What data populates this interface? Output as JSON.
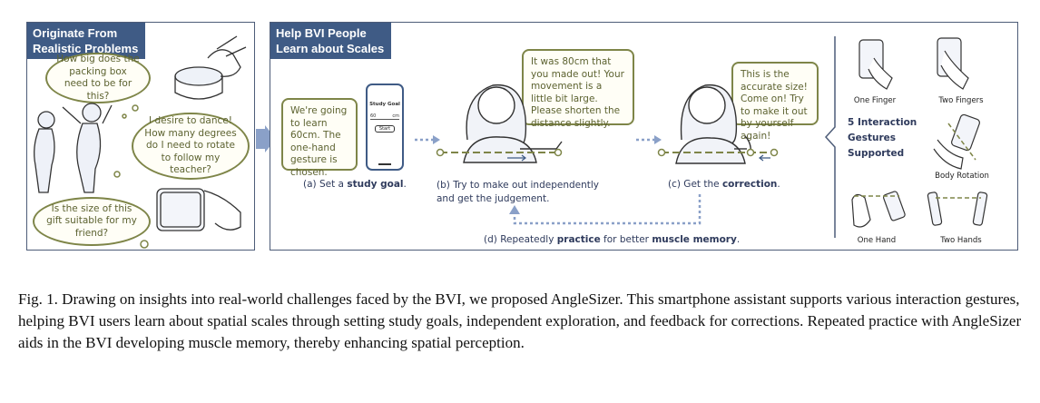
{
  "panel_left": {
    "title": "Originate From\nRealistic Problems",
    "bubble_1": "How big  does the packing box need to be for this?",
    "bubble_2": "I desire to dance! How many degrees do I need to rotate to follow my teacher?",
    "bubble_3": "Is the size of this gift suitable for my friend?"
  },
  "panel_right": {
    "title": "Help BVI People\nLearn about Scales",
    "bubble_goal": "We're going to learn 60cm. The one-hand gesture is chosen.",
    "phone": {
      "title": "Study Goal",
      "value": "60",
      "unit": "cm",
      "button": "Start"
    },
    "bubble_feedback": "It was 80cm that you made out! Your movement is a little bit large. Please shorten the distance slightly.",
    "bubble_correct": "This is the accurate size! Come on! Try to make it out by yourself again!",
    "caption_a_pre": "(a) Set a ",
    "caption_a_bold": "study goal",
    "caption_a_post": ".",
    "caption_b_line1": "(b) Try to make out independently",
    "caption_b_line2": "and get the judgement.",
    "caption_c_pre": "(c) Get the ",
    "caption_c_bold": "correction",
    "caption_c_post": ".",
    "caption_d_pre": "(d) Repeatedly ",
    "caption_d_bold1": "practice",
    "caption_d_mid": " for better ",
    "caption_d_bold2": "muscle memory",
    "caption_d_post": "."
  },
  "gestures": {
    "heading": "5 Interaction\nGestures\nSupported",
    "items": [
      "One Finger",
      "Two Fingers",
      "Body Rotation",
      "One Hand",
      "Two Hands"
    ]
  },
  "caption": {
    "text": "Fig. 1.  Drawing on insights into real-world challenges faced by the BVI, we proposed AngleSizer. This smartphone assistant supports various interaction gestures, helping BVI users learn about spatial scales through setting study goals, independent exploration, and feedback for corrections. Repeated practice with AngleSizer aids in the BVI developing muscle memory, thereby enhancing spatial perception."
  },
  "colors": {
    "accent": "#3f5b85",
    "bubble_border": "#7e8548",
    "bubble_text": "#5c6230",
    "arrow": "#8aa0c8"
  }
}
